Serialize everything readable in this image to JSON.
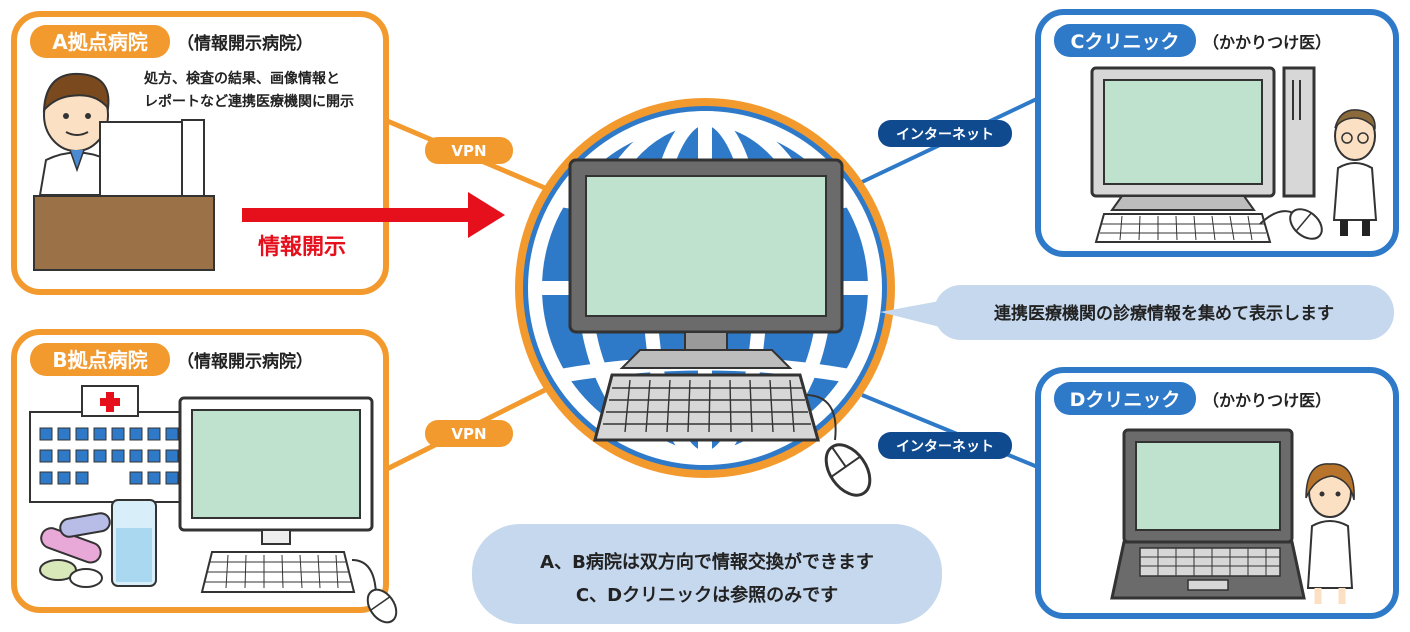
{
  "hospital_a": {
    "name": "A拠点病院",
    "role": "（情報開示病院）",
    "description_line1": "処方、検査の結果、画像情報と",
    "description_line2": "レポートなど連携医療機関に開示"
  },
  "hospital_b": {
    "name": "B拠点病院",
    "role": "（情報開示病院）"
  },
  "clinic_c": {
    "name": "Cクリニック",
    "role": "（かかりつけ医）"
  },
  "clinic_d": {
    "name": "Dクリニック",
    "role": "（かかりつけ医）"
  },
  "links": {
    "vpn_a": "VPN",
    "vpn_b": "VPN",
    "internet_c": "インターネット",
    "internet_d": "インターネット"
  },
  "arrow_label": "情報開示",
  "center_bubble": "連携医療機関の診療情報を集めて表示します",
  "bottom_note": {
    "line1": "A、B病院は双方向で情報交換ができます",
    "line2": "C、Dクリニックは参照のみです"
  },
  "colors": {
    "orange": "#f39a2f",
    "blue": "#2f7ac8",
    "navy": "#0f4a8e",
    "red": "#e60f1c",
    "screen_green": "#bfe2cf",
    "bubble": "#c5d8ee"
  }
}
